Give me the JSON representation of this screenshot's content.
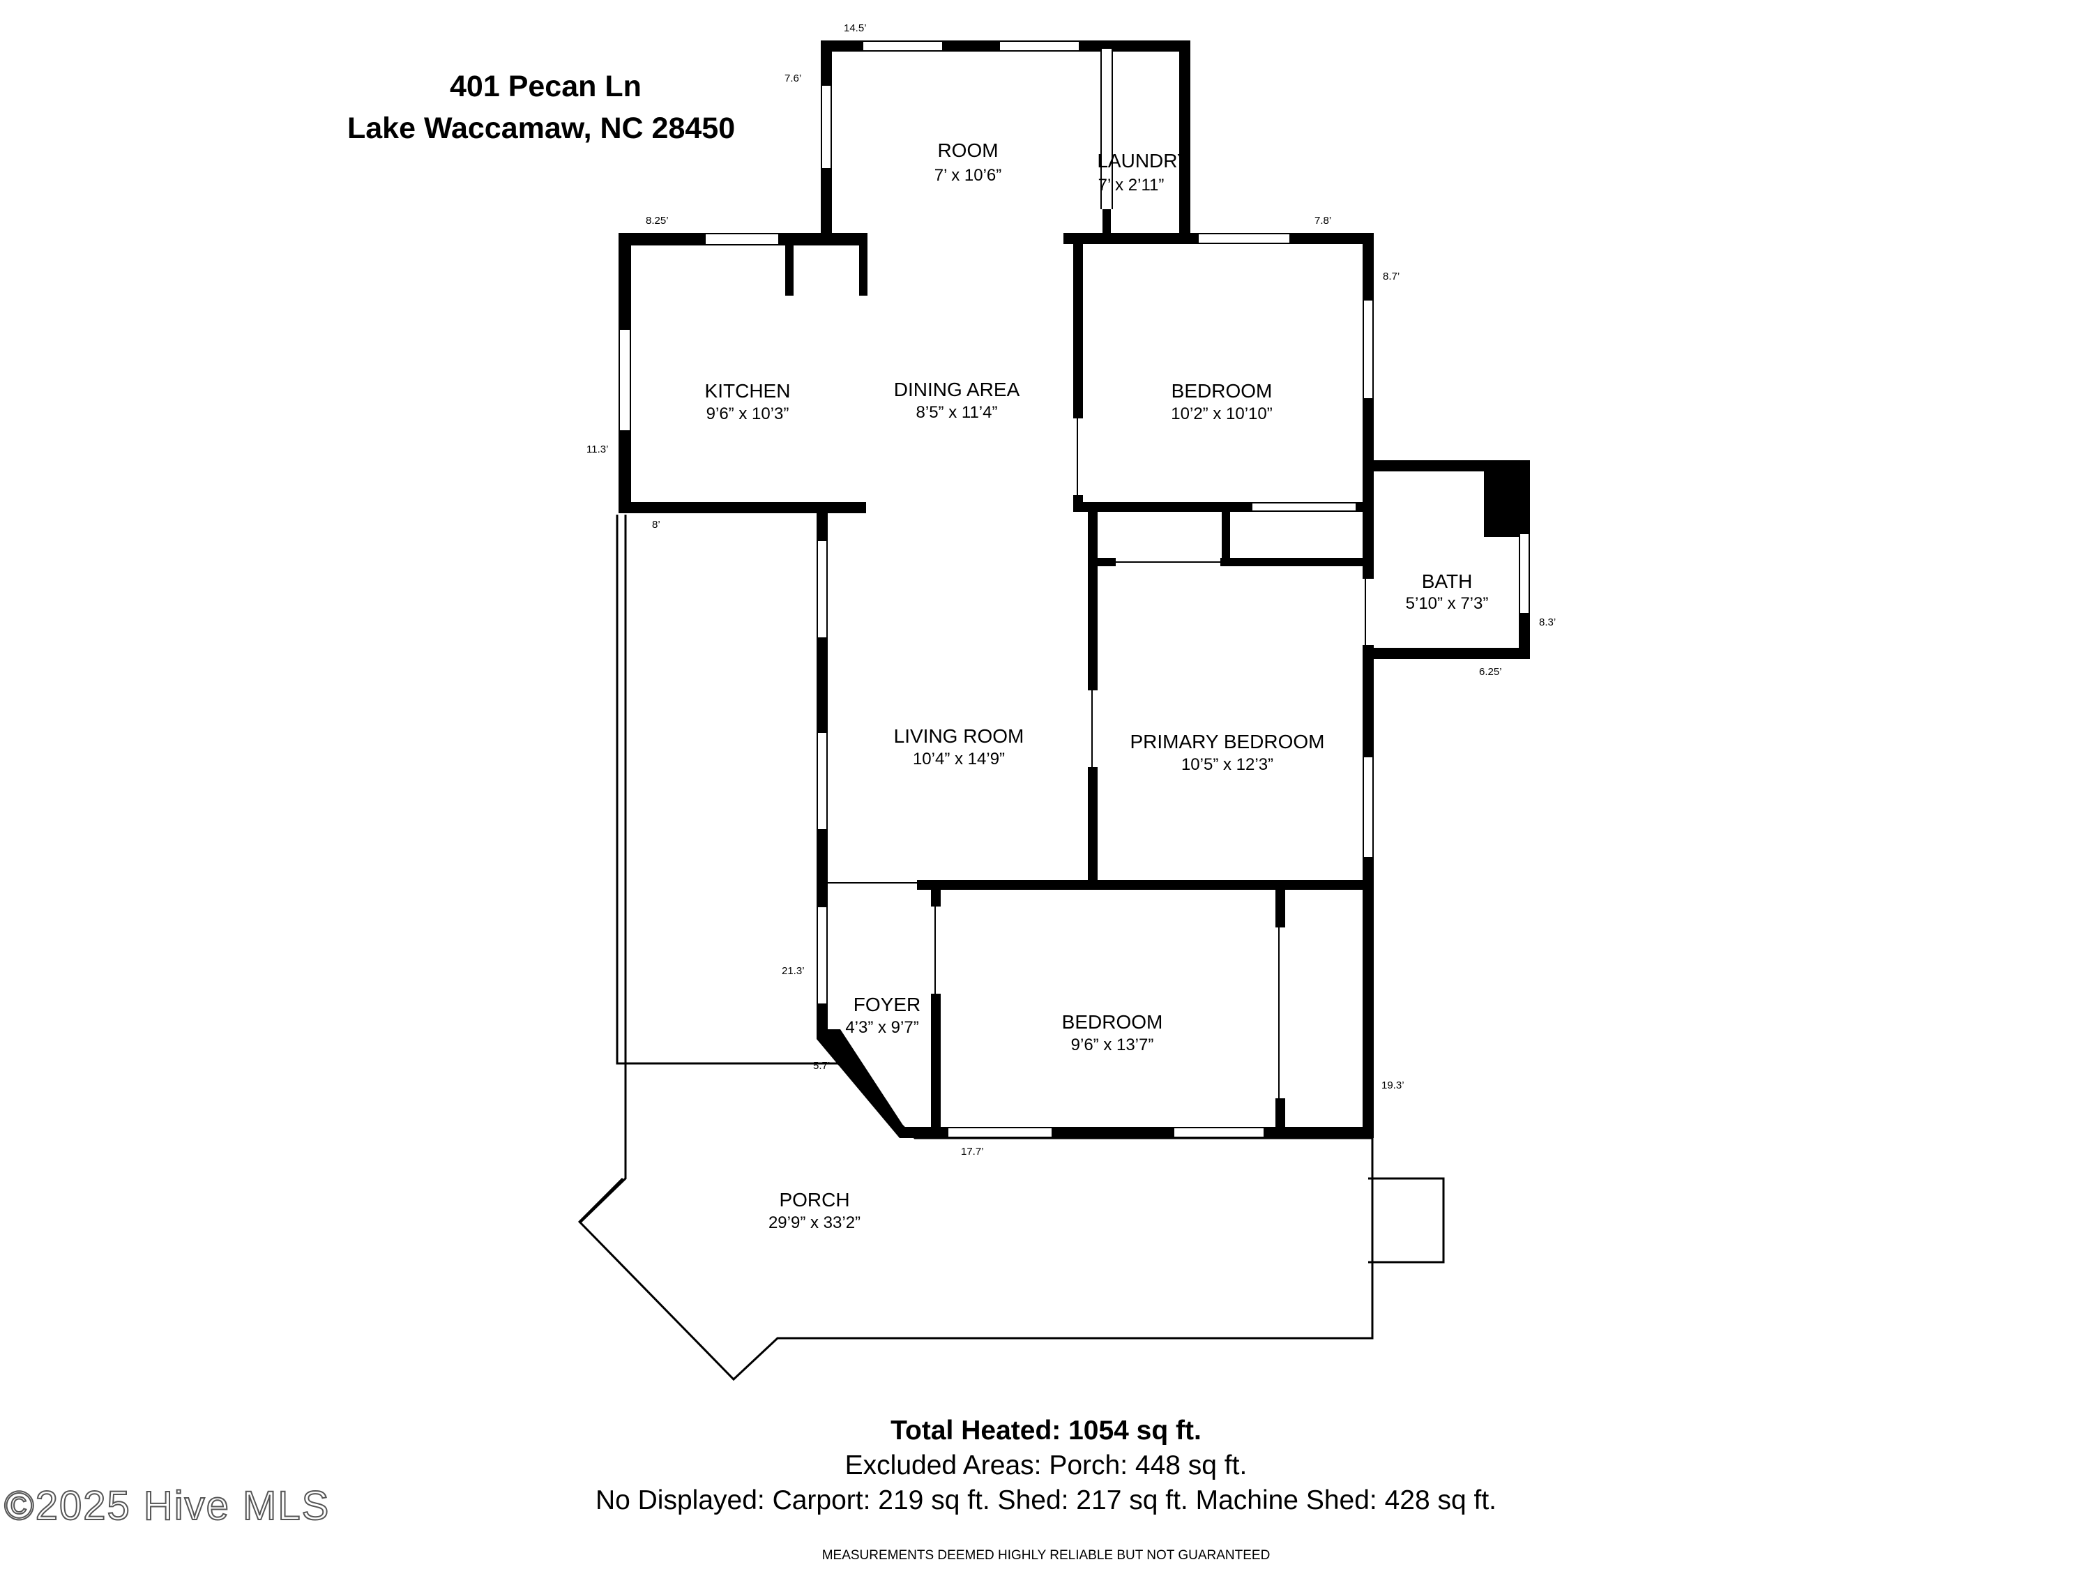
{
  "address": {
    "line1": "401 Pecan Ln",
    "line2": "Lake Waccamaw, NC 28450"
  },
  "rooms": [
    {
      "key": "room",
      "name": "ROOM",
      "dims": "7’ x 10’6”"
    },
    {
      "key": "laundry",
      "name": "LAUNDRY",
      "dims": "7’ x 2’11”"
    },
    {
      "key": "kitchen",
      "name": "KITCHEN",
      "dims": "9’6” x 10’3”"
    },
    {
      "key": "dining",
      "name": "DINING AREA",
      "dims": "8’5” x 11’4”"
    },
    {
      "key": "bedroom1",
      "name": "BEDROOM",
      "dims": "10’2” x 10’10”"
    },
    {
      "key": "bath",
      "name": "BATH",
      "dims": "5’10” x 7’3”"
    },
    {
      "key": "living",
      "name": "LIVING ROOM",
      "dims": "10’4” x 14’9”"
    },
    {
      "key": "primary",
      "name": "PRIMARY BEDROOM",
      "dims": "10’5” x 12’3”"
    },
    {
      "key": "foyer",
      "name": "FOYER",
      "dims": "4’3” x 9’7”"
    },
    {
      "key": "bedroom2",
      "name": "BEDROOM",
      "dims": "9’6” x 13’7”"
    },
    {
      "key": "porch",
      "name": "PORCH",
      "dims": "29’9” x 33’2”"
    }
  ],
  "wall_measurements": [
    "14.5’",
    "7.6’",
    "8.25’",
    "7.8’",
    "8.7’",
    "11.3’",
    "8’",
    "8.3’",
    "6.25’",
    "21.3’",
    "5.7’",
    "19.3’",
    "17.7’"
  ],
  "summary": {
    "total_heated": "Total Heated: 1054 sq ft.",
    "excluded": "Excluded Areas: Porch: 448 sq ft.",
    "not_displayed": "No Displayed: Carport: 219 sq ft. Shed: 217 sq ft. Machine Shed: 428 sq ft."
  },
  "disclaimer": "MEASUREMENTS DEEMED HIGHLY RELIABLE BUT NOT GUARANTEED",
  "watermark": "©2025 Hive MLS",
  "colors": {
    "wall": "#000000",
    "window": "#ffffff",
    "background": "#ffffff"
  }
}
